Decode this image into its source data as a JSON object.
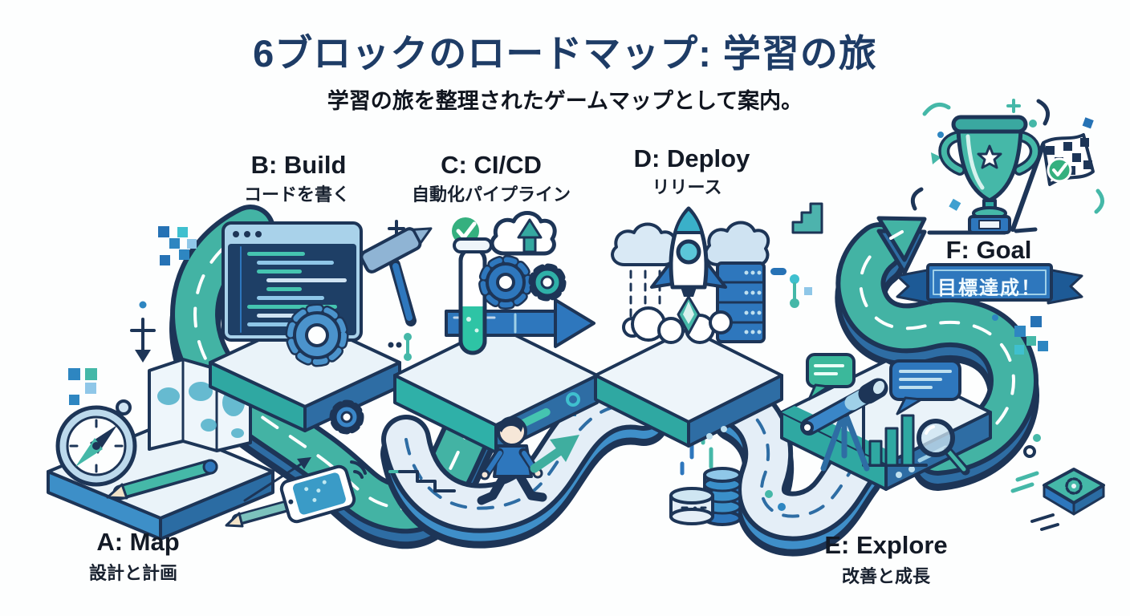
{
  "title": "6ブロックのロードマップ: 学習の旅",
  "subtitle": "学習の旅を整理されたゲームマップとして案内。",
  "blocks": [
    {
      "id": "A",
      "label": "A: Map",
      "sublabel": "設計と計画",
      "icons": [
        "compass-icon",
        "folded-map-icon",
        "pencil-icon"
      ]
    },
    {
      "id": "B",
      "label": "B: Build",
      "sublabel": "コードを書く",
      "icons": [
        "code-editor-icon",
        "hammer-icon",
        "gear-icon"
      ]
    },
    {
      "id": "C",
      "label": "C: CI/CD",
      "sublabel": "自動化パイプライン",
      "icons": [
        "test-tube-icon",
        "check-circle-icon",
        "cloud-upload-icon",
        "gears-icon",
        "pipeline-arrow-icon"
      ]
    },
    {
      "id": "D",
      "label": "D: Deploy",
      "sublabel": "リリース",
      "icons": [
        "rocket-icon",
        "launch-smoke-icon",
        "server-rack-icon",
        "cloud-icon"
      ]
    },
    {
      "id": "E",
      "label": "E: Explore",
      "sublabel": "改善と成長",
      "icons": [
        "telescope-icon",
        "bar-chart-icon",
        "magnifier-icon",
        "speech-bubble-icon"
      ]
    },
    {
      "id": "F",
      "label": "F: Goal",
      "sublabel": "目標達成！",
      "icons": [
        "trophy-icon",
        "checkered-flag-icon",
        "confetti-icon",
        "goal-banner"
      ]
    }
  ],
  "road": {
    "style": "isometric winding road",
    "block_count": 6
  },
  "colors": {
    "background": "#fdfefe",
    "title": "#1e3c66",
    "text": "#131a26",
    "outline": "#1d3557",
    "road_teal": "#43b3a4",
    "road_light": "#e4eef7",
    "side_blue": "#2e6da4",
    "accent_blue": "#2e77bd",
    "light_blue": "#a9d2ea",
    "green": "#35b07f",
    "banner_blue": "#2e77bd",
    "banner_text": "#f2fbff"
  }
}
